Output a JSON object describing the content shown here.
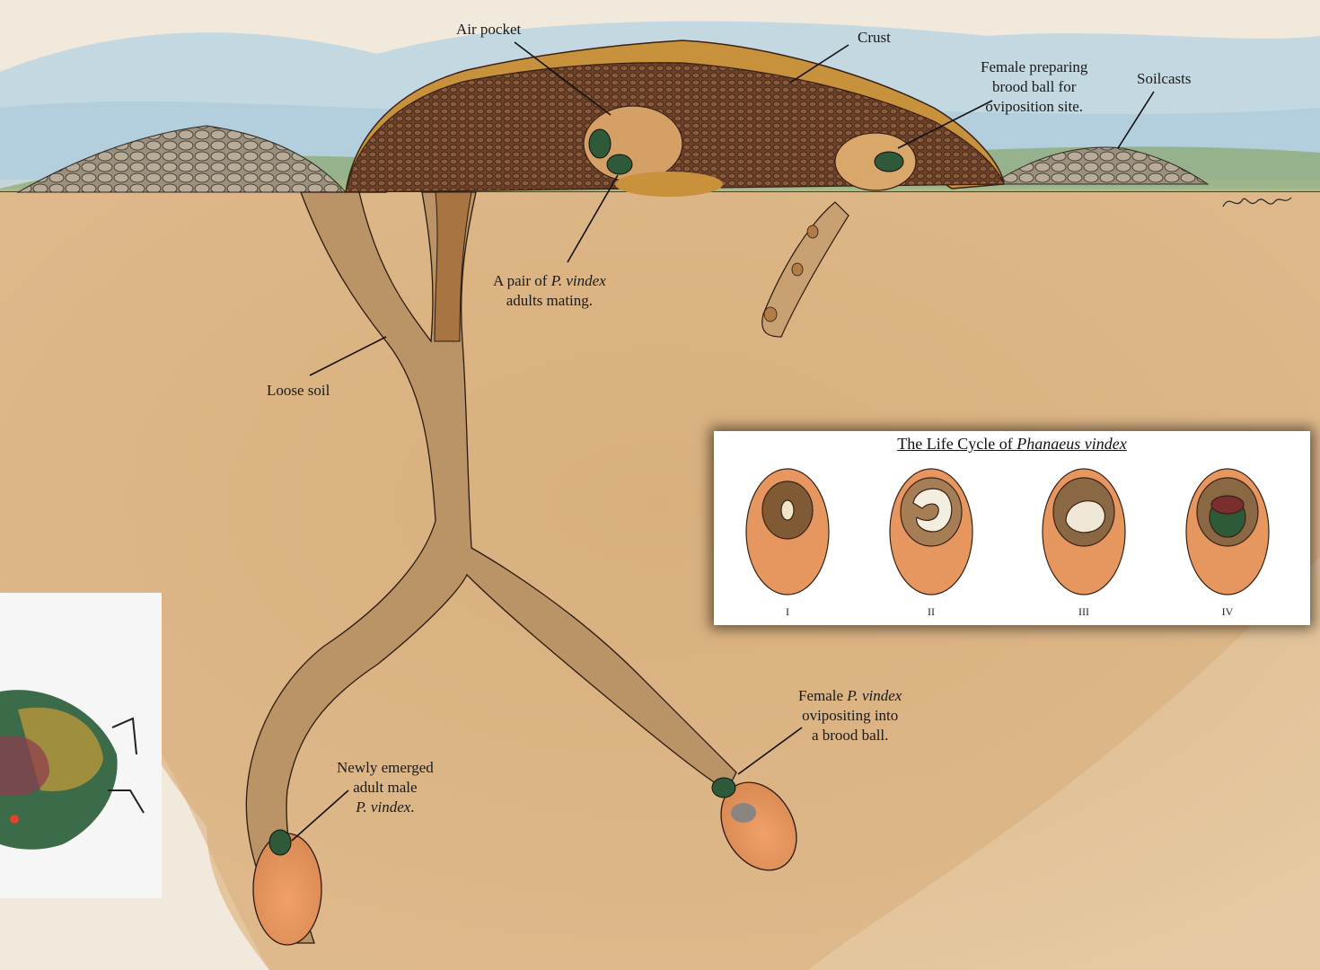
{
  "labels": {
    "air_pocket": "Air pocket",
    "crust": "Crust",
    "female_preparing": [
      "Female preparing",
      "brood ball for",
      "oviposition site."
    ],
    "soilcasts": "Soilcasts",
    "pair_line1_pre": "A pair of ",
    "pair_line1_italic": "P. vindex",
    "pair_line2": "adults mating.",
    "loose_soil": "Loose soil",
    "female_ovipositing_pre": "Female ",
    "female_ovipositing_italic": "P. vindex",
    "female_ovipositing_lines": [
      "ovipositing into",
      "a brood ball."
    ],
    "newly_emerged_lines": [
      "Newly emerged",
      "adult male"
    ],
    "newly_emerged_italic": "P. vindex",
    "newly_emerged_post": "."
  },
  "inset": {
    "title_pre": "The Life Cycle of ",
    "title_italic": "Phanaeus vindex",
    "stages": [
      "I",
      "II",
      "III",
      "IV"
    ]
  },
  "colors": {
    "sky": "#b9d3e0",
    "grass": "#7e9e5e",
    "soil": "#dcb688",
    "tunnel": "#b98e5e",
    "dung": "#7a4a2c",
    "crust": "#c8913c",
    "brood_ball": "#e89a62",
    "paper": "#f1e9dc"
  }
}
